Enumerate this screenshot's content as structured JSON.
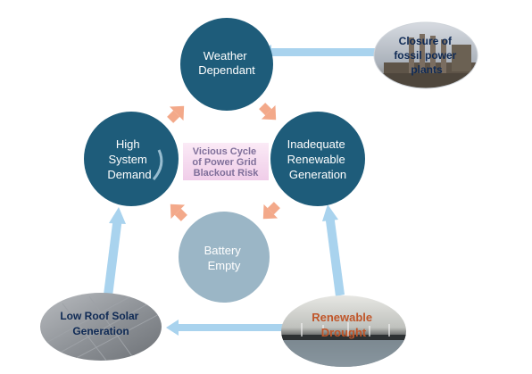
{
  "diagram": {
    "center_label": [
      "Vicious Cycle",
      "of Power Grid",
      "Blackout Risk"
    ],
    "nodes": {
      "weather": {
        "lines": [
          "Weather",
          "Dependant"
        ]
      },
      "inadequate": {
        "lines": [
          "Inadequate",
          "Renewable",
          "Generation"
        ]
      },
      "battery": {
        "lines": [
          "Battery",
          "Empty"
        ]
      },
      "demand": {
        "lines": [
          "High",
          "System",
          "Demand"
        ]
      }
    },
    "external": {
      "closure": {
        "lines": [
          "Closure of",
          "fossil power",
          "plants"
        ]
      },
      "drought": {
        "lines": [
          "Renewable",
          "Drought"
        ]
      },
      "low_solar": {
        "lines": [
          "Low Roof Solar",
          "Generation"
        ]
      }
    },
    "colors": {
      "node_dark": "#1e5c7a",
      "node_light": "#9bb6c6",
      "cycle_arrow": "#f3a98a",
      "external_arrow": "#a9d3ee",
      "center_box": "#f4dcef",
      "label_dark": "#0f2a55",
      "label_orange": "#c0562a"
    }
  }
}
